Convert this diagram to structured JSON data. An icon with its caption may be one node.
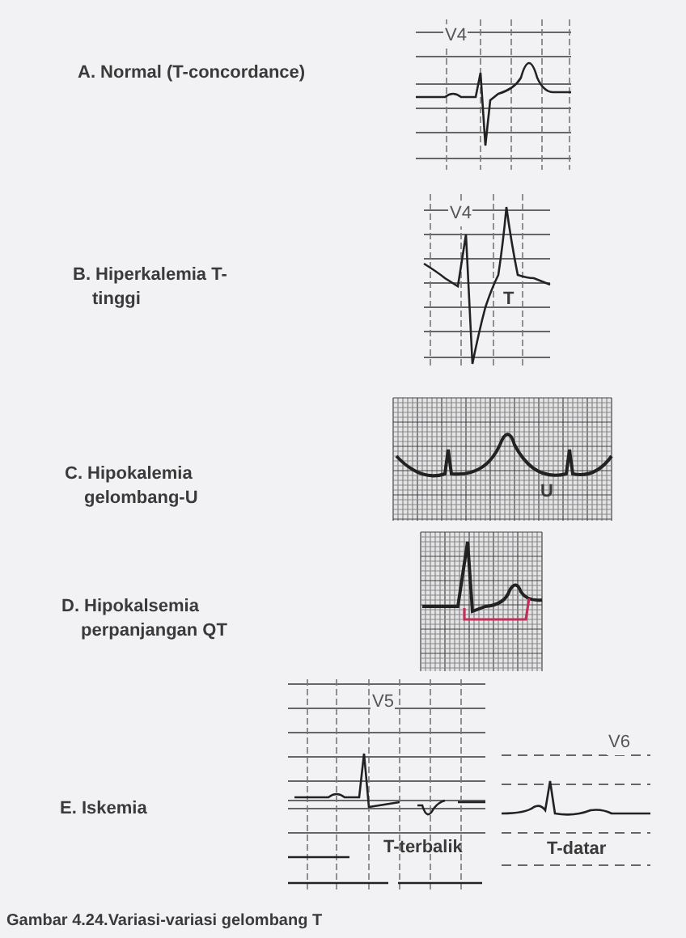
{
  "diagram": {
    "caption": "Gambar 4.24.Variasi-variasi gelombang T",
    "labels": [
      "V4",
      "A. Normal (T-concordance)",
      "V4",
      "B. Hiperkalemia T-tinggi",
      "T",
      "C. Hipokalemia gelombang-U",
      "U",
      "D. Hipokalsemia perpanjangan QT",
      "V5",
      "V6",
      "E. Iskemia",
      "T-terbalik",
      "T-datar"
    ]
  }
}
